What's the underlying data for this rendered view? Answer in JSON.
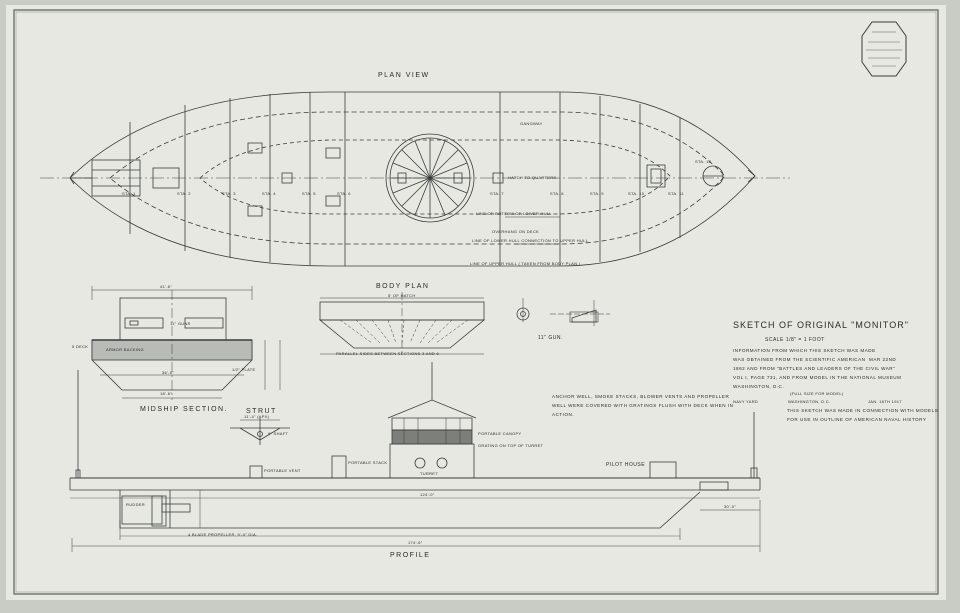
{
  "drawing": {
    "plan_view_title": "PLAN VIEW",
    "body_plan_title": "BODY PLAN",
    "midship_title": "MIDSHIP SECTION.",
    "strut_title": "STRUT",
    "gun_label": "11\" GUN.",
    "profile_title": "PROFILE"
  },
  "plan_labels": {
    "gangway": "GANGWAY",
    "hatch": "HATCH TO QUARTERS",
    "water_line": "LINE OF BOTTOM OF LOWER HULL",
    "overhang": "OVERHANG ON DECK",
    "lower_hull": "LINE OF LOWER HULL CONNECTION TO UPPER HULL",
    "upper_hull": "LINE OF UPPER HULL ( TAKEN FROM BODY PLAN )",
    "stations": [
      "STA. 1",
      "STA. 2",
      "STA. 3",
      "STA. 4",
      "STA. 5",
      "STA. 6",
      "STA. 7",
      "STA. 8",
      "STA. 9",
      "STA. 10",
      "STA. 11",
      "STA. 12"
    ]
  },
  "midship_labels": {
    "width_top": "41'-6\"",
    "width_mid": "36'-0\"",
    "width_bottom": "18'-6\"",
    "guns": "11\" GUNS",
    "armor": "ARMOR BACKING",
    "plate": "1/2\" PLATE",
    "deck": "5 DECK"
  },
  "body_plan_labels": {
    "top": "5' OF HATCH",
    "bottom": "PARALLEL SIDES BETWEEN SECTIONS 3 AND 6"
  },
  "strut_labels": {
    "width": "11'-4\" (APX)",
    "shaft": "9\" SHAFT"
  },
  "profile_labels": {
    "canopy": "PORTABLE CANOPY",
    "grating": "GRATING ON TOP OF TURRET",
    "pilot_house": "PILOT HOUSE",
    "stack": "PORTABLE STACK",
    "vent": "PORTABLE VENT",
    "turret": "TURRET",
    "propeller": "4 BLADE PROPELLER, 9'-0\" DIA.",
    "rudder": "RUDDER",
    "length_hull": "124'-0\"",
    "length_overall": "174'-6\"",
    "bow_overhang": "30'-0\""
  },
  "notes": {
    "funnel_note": "ANCHOR WELL, SMOKE STACKS, BLOWER VENTS AND PROPELLER\nWELL WERE COVERED WITH GRATINGS FLUSH WITH DECK WHEN IN\nACTION.",
    "title": "SKETCH OF ORIGINAL \"MONITOR\"",
    "scale": "SCALE 1/8\" = 1 FOOT",
    "info": "INFORMATION FROM WHICH THIS SKETCH WAS MADE\nWAS OBTAINED FROM THE SCIENTIFIC AMERICAN  MAR 22ND\n1862 AND FROM \"BATTLES AND LEADERS OF THE CIVIL WAR\"\nVOL I, PAGE 731, AND FROM MODEL IN THE NATIONAL MUSEUM\nWASHINGTON, D.C.",
    "full_size": "(FULL SIZE FOR MODEL)",
    "navy_yard": "NAVY YARD",
    "place": "WASHINGTON, D.C.",
    "date": "JAN. 16TH 1917",
    "purpose": "THIS SKETCH WAS MADE IN CONNECTION WITH MODELS\nFOR USE IN OUTLINE OF AMERICAN NAVAL HISTORY"
  },
  "stamp": {
    "text": "U.S. NAVY DEPARTMENT BUREAU OF CONSTRUCTION AND REPAIR"
  },
  "colors": {
    "paper": "#e7e8e1",
    "ink": "#3a3d3d",
    "border": "#5a5d5c",
    "background": "#c9ccc5"
  }
}
